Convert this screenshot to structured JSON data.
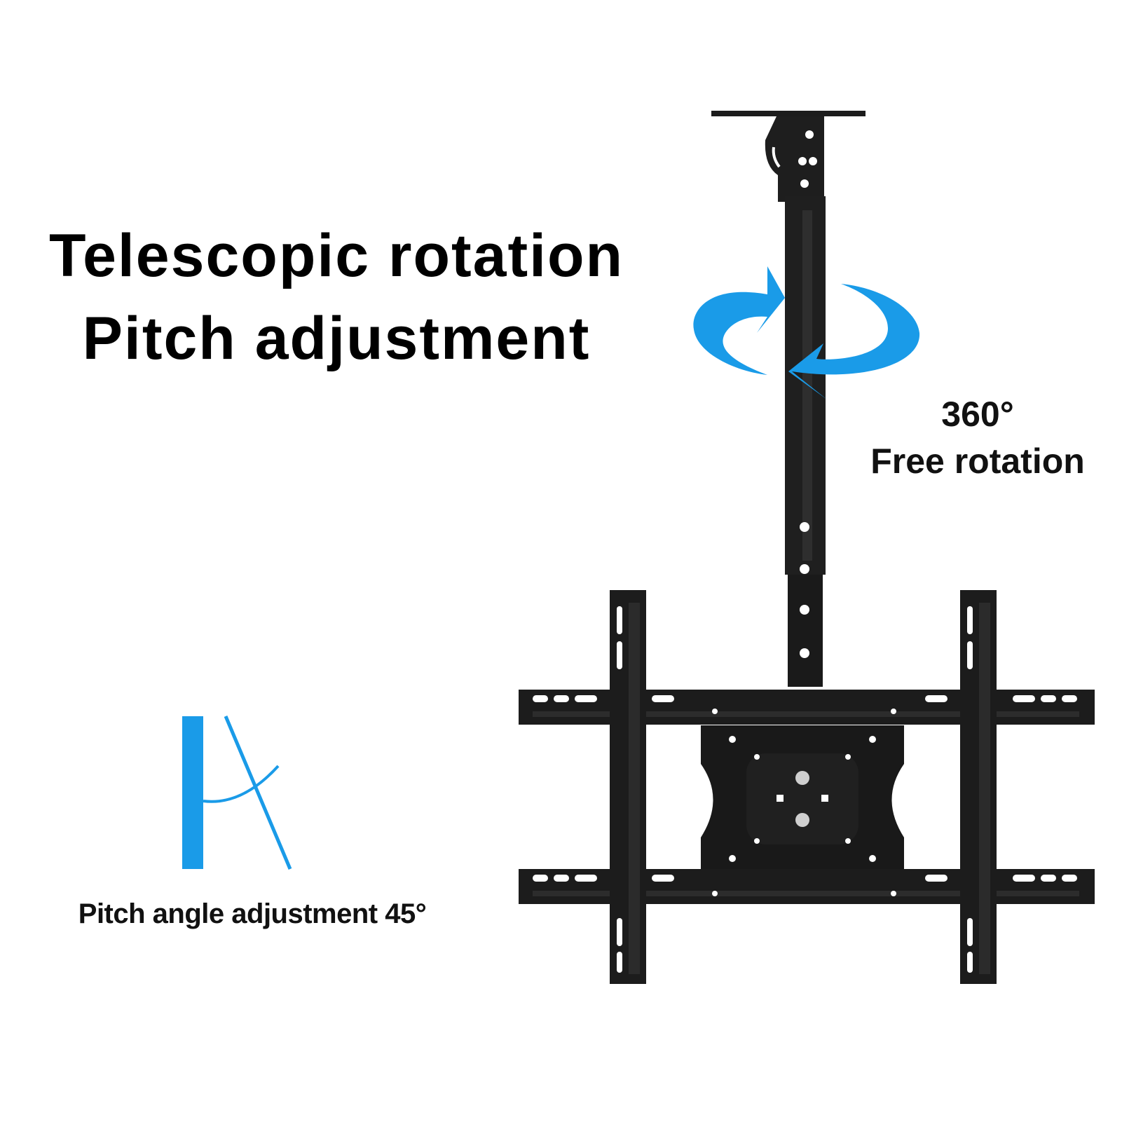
{
  "headline": {
    "line1": "Telescopic rotation",
    "line2": "Pitch adjustment"
  },
  "rotation": {
    "degrees": "360°",
    "label": "Free rotation"
  },
  "pitch": {
    "label": "Pitch angle adjustment 45°"
  },
  "colors": {
    "accent_blue": "#1a9be8",
    "mount_black": "#1c1c1c",
    "background": "#ffffff"
  },
  "icons": {
    "rotation": "circular-arrows-icon",
    "pitch": "pitch-angle-icon"
  }
}
